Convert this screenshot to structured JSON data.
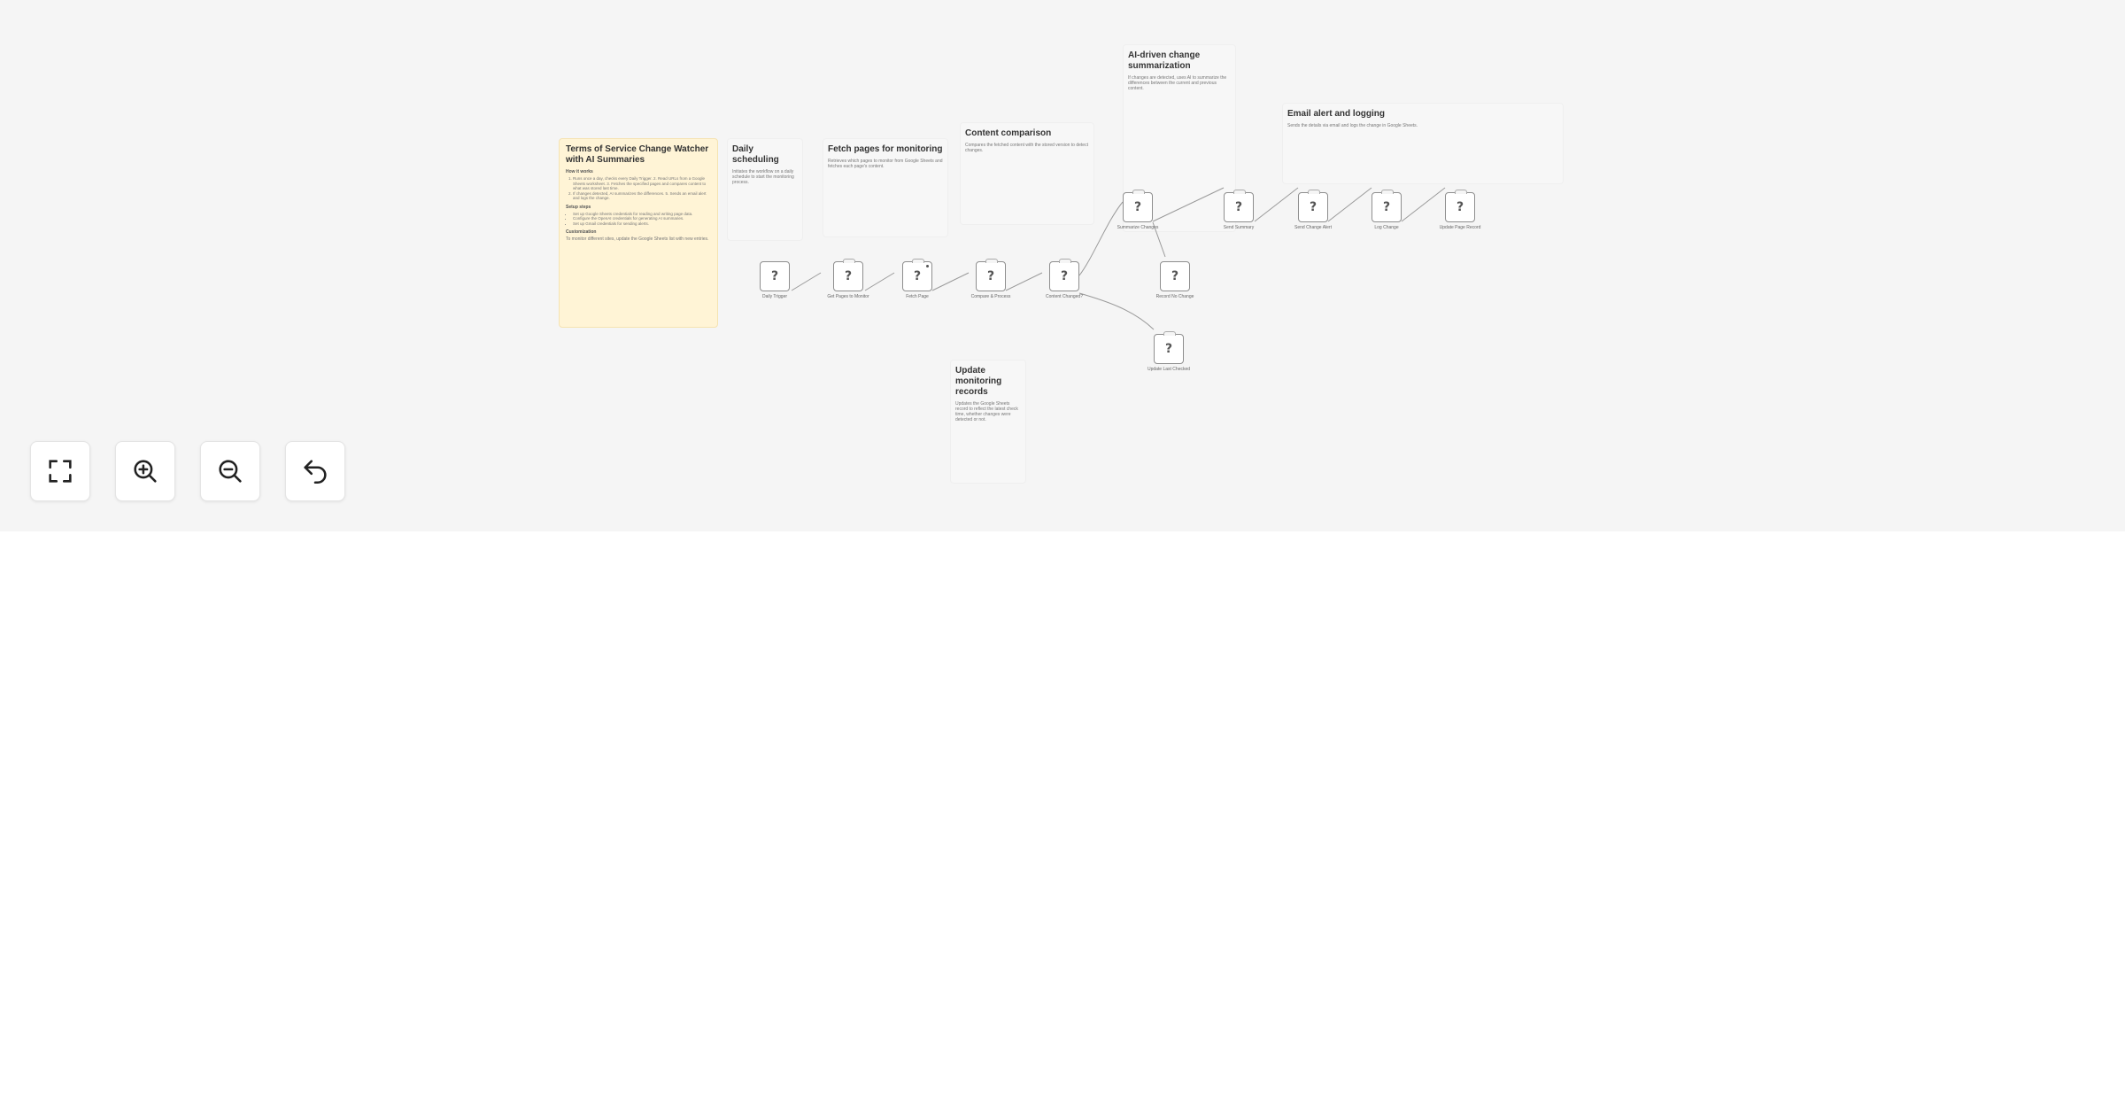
{
  "workflow": {
    "title": "Terms of Service Change Watcher with AI Summaries",
    "main_note": {
      "how_heading": "How it works",
      "how_steps": [
        "Runs once a day, checks every Daily Trigger. 2. Read URLs from a Google Sheets worksheet. 3. Fetches the specified pages and compares content to what was stored last time.",
        "If changes detected, AI summarizes the differences. 5. Sends an email alert and logs the change."
      ],
      "setup_heading": "Setup steps",
      "setup_steps": [
        "Set up Google Sheets credentials for reading and writing page data.",
        "Configure the OpenAI credentials for generating AI summaries.",
        "Set up Gmail credentials for sending alerts."
      ],
      "custom_heading": "Customization",
      "custom_text": "To monitor different sites, update the Google Sheets list with new entries."
    },
    "notes": [
      {
        "title": "Daily scheduling",
        "text": "Initiates the workflow on a daily schedule to start the monitoring process."
      },
      {
        "title": "Fetch pages for monitoring",
        "text": "Retrieves which pages to monitor from Google Sheets and fetches each page's content."
      },
      {
        "title": "Content comparison",
        "text": "Compares the fetched content with the stored version to detect changes."
      },
      {
        "title": "AI-driven change summarization",
        "text": "If changes are detected, uses AI to summarize the differences between the current and previous content."
      },
      {
        "title": "Email alert and logging",
        "text": "Sends the details via email and logs the change in Google Sheets."
      },
      {
        "title": "Update monitoring records",
        "text": "Updates the Google Sheets record to reflect the latest check time, whether changes were detected or not."
      }
    ],
    "nodes": [
      {
        "id": "n1",
        "label": "Daily Trigger"
      },
      {
        "id": "n2",
        "label": "Get Pages to Monitor"
      },
      {
        "id": "n3",
        "label": "Fetch Page"
      },
      {
        "id": "n4",
        "label": "Compare & Process"
      },
      {
        "id": "n5",
        "label": "Content Changed?"
      },
      {
        "id": "n6",
        "label": "Summarize Changes"
      },
      {
        "id": "n7",
        "label": "Record No Change"
      },
      {
        "id": "n8",
        "label": "Send Summary"
      },
      {
        "id": "n9",
        "label": "Send Change Alert"
      },
      {
        "id": "n10",
        "label": "Log Change"
      },
      {
        "id": "n11",
        "label": "Update Page Record"
      },
      {
        "id": "n12",
        "label": "Update Last Checked"
      }
    ]
  },
  "controls": {
    "fit_icon": "fit-view-icon",
    "zoom_in_icon": "zoom-in-icon",
    "zoom_out_icon": "zoom-out-icon",
    "undo_icon": "undo-icon"
  },
  "colors": {
    "canvas_bg": "#f5f5f5",
    "main_note_bg": "#fff4d6",
    "node_border": "#8e8e8e"
  }
}
